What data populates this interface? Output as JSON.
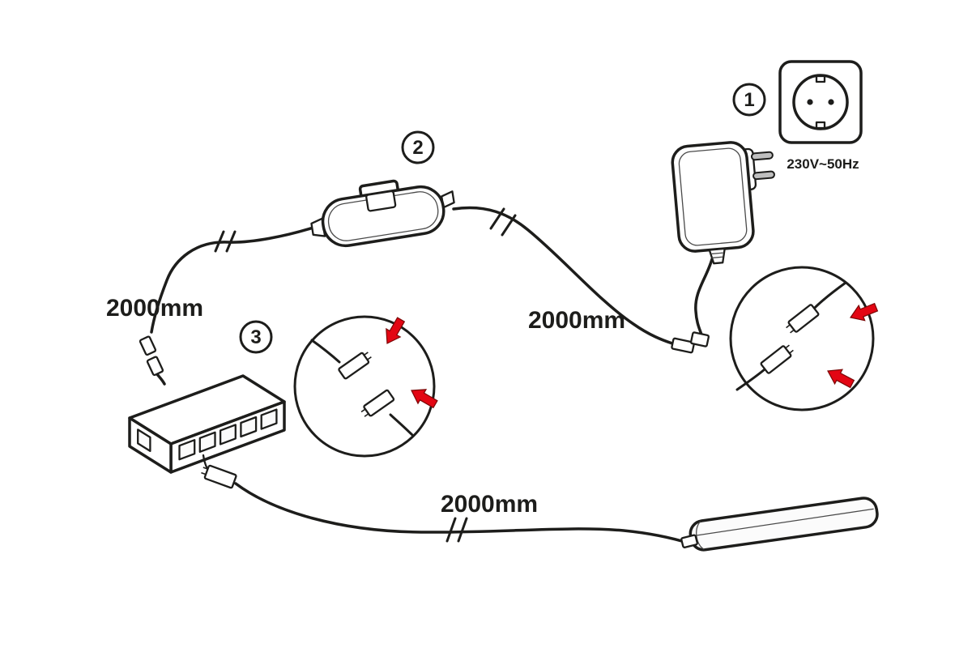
{
  "title": "LED light power connection diagram",
  "steps": {
    "step1": {
      "number": "1",
      "name": "wall-socket-and-adapter"
    },
    "step2": {
      "number": "2",
      "name": "inline-switch"
    },
    "step3": {
      "number": "3",
      "name": "distributor-box"
    }
  },
  "labels": {
    "voltage": "230V~50Hz",
    "cable_left_length": "2000mm",
    "cable_right_length": "2000mm",
    "cable_bottom_length": "2000mm"
  },
  "colors": {
    "line": "#1d1d1b",
    "arrow": "#e30613",
    "background": "#ffffff"
  },
  "icons": {
    "socket": "wall-socket-icon",
    "adapter": "power-adapter-icon",
    "switch": "inline-switch-icon",
    "distributor": "distributor-box-icon",
    "led_bar": "led-light-bar-icon",
    "connector": "plug-connector-icon",
    "length_break": "cable-break-marks-icon"
  }
}
